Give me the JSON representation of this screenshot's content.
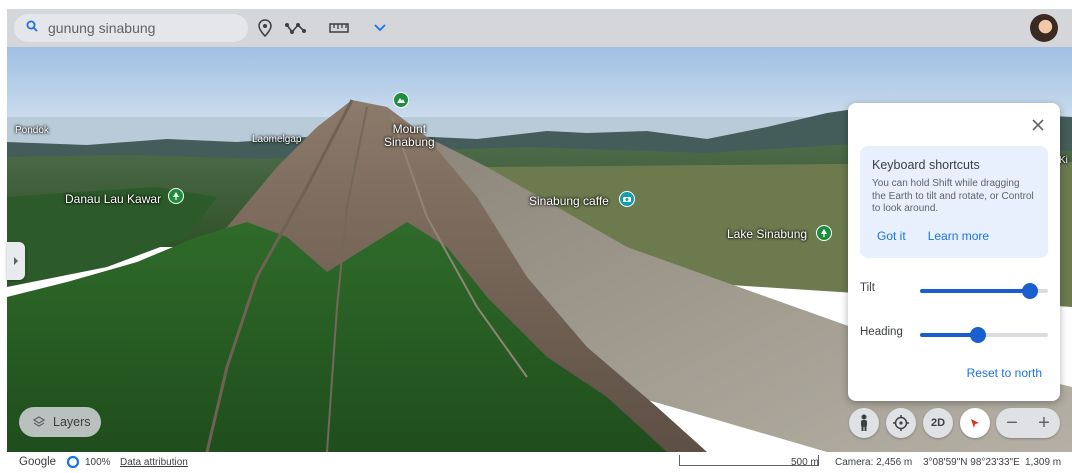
{
  "search": {
    "value": "gunung sinabung",
    "placeholder": ""
  },
  "toolbar": {
    "icons": [
      "place-pin-icon",
      "path-icon",
      "ruler-icon",
      "chevron-down-icon"
    ]
  },
  "labels": {
    "pondok": "Pondok",
    "laomelgap": "Laomelgap",
    "mount_line1": "Mount",
    "mount_line2": "Sinabung",
    "danau": "Danau Lau Kawar",
    "caffe": "Sinabung caffe",
    "lake": "Lake Sinabung",
    "edge_ki": "Ki"
  },
  "panel": {
    "kb_title": "Keyboard shortcuts",
    "kb_body": "You can hold Shift while dragging the Earth to tilt and rotate, or Control to look around.",
    "got_it": "Got it",
    "learn_more": "Learn more",
    "tilt_label": "Tilt",
    "tilt_value": 0.86,
    "heading_label": "Heading",
    "heading_value": 0.45,
    "reset_label": "Reset to north"
  },
  "controls": {
    "layers_label": "Layers",
    "view_2d": "2D",
    "zoom_out": "−",
    "zoom_in": "+"
  },
  "status": {
    "google": "Google",
    "zoom_pct": "100%",
    "attribution": "Data attribution",
    "scale": "500 m",
    "camera": "Camera: 2,456 m",
    "coords": "3°08'59\"N 98°23'33\"E",
    "elevation": "1,309 m"
  },
  "colors": {
    "accent": "#1a73e8",
    "slider": "#1a5fd0",
    "pin_green": "#1e8e3e",
    "pin_teal": "#129eaf"
  }
}
